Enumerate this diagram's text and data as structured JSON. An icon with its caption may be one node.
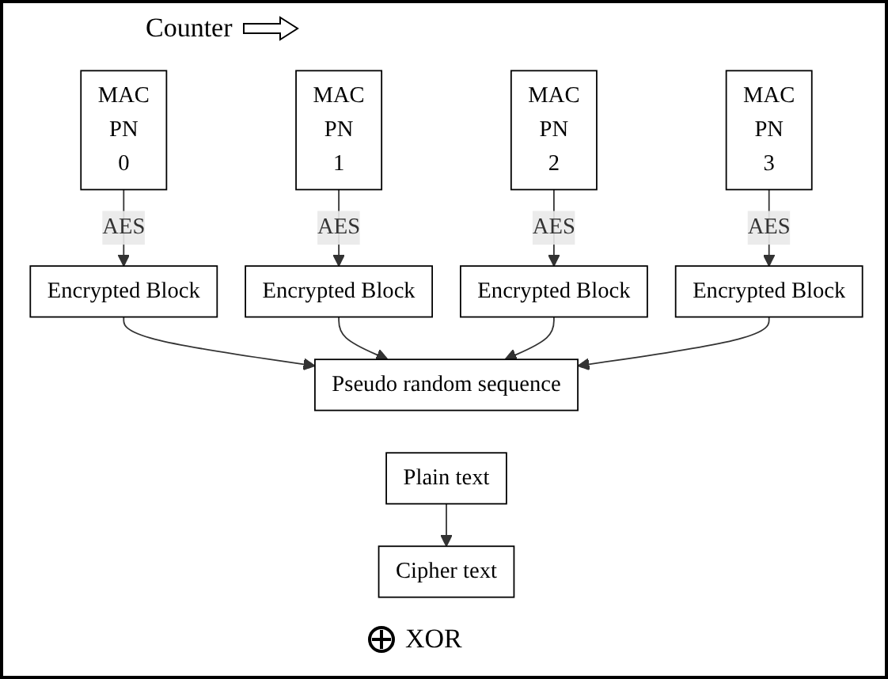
{
  "diagram": {
    "nodes": [
      {
        "text": [
          "MAC",
          "PN",
          "0"
        ]
      },
      {
        "text": [
          "MAC",
          "PN",
          "1"
        ]
      },
      {
        "text": [
          "MAC",
          "PN",
          "2"
        ]
      },
      {
        "text": [
          "MAC",
          "PN",
          "3"
        ]
      },
      {
        "text": [
          "Encrypted Block"
        ]
      },
      {
        "text": [
          "Encrypted Block"
        ]
      },
      {
        "text": [
          "Encrypted Block"
        ]
      },
      {
        "text": [
          "Encrypted Block"
        ]
      },
      {
        "text": [
          "Pseudo random sequence"
        ]
      },
      {
        "text": [
          "Plain text"
        ]
      },
      {
        "text": [
          "Cipher text"
        ]
      }
    ],
    "edges": [
      {
        "from": 0,
        "to": 4,
        "arrow": "to",
        "label": "AES"
      },
      {
        "from": 1,
        "to": 5,
        "arrow": "to",
        "label": "AES"
      },
      {
        "from": 2,
        "to": 6,
        "arrow": "to",
        "label": "AES"
      },
      {
        "from": 3,
        "to": 7,
        "arrow": "to",
        "label": "AES"
      },
      {
        "from": 4,
        "to": 8,
        "arrow": "to"
      },
      {
        "from": 5,
        "to": 8,
        "arrow": "to"
      },
      {
        "from": 6,
        "to": 8,
        "arrow": "to"
      },
      {
        "from": 7,
        "to": 8,
        "arrow": "to"
      },
      {
        "from": 9,
        "to": 10,
        "arrow": "to"
      }
    ],
    "labels": [
      "Counter",
      "XOR"
    ]
  }
}
